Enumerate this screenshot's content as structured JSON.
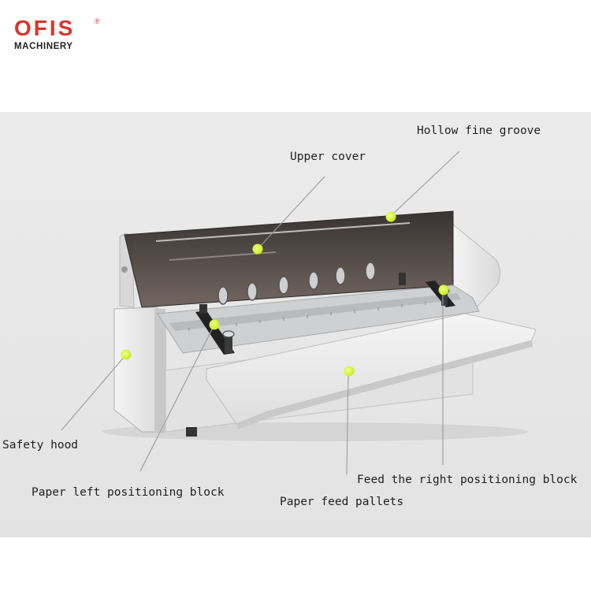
{
  "logo": {
    "brand": "OFIS",
    "registered": "®",
    "sub": "MACHINERY"
  },
  "callouts": {
    "hollow_fine_groove": "Hollow fine groove",
    "upper_cover": "Upper cover",
    "safety_hood": "Safety hood",
    "paper_left_positioning_block": "Paper left positioning block",
    "feed_right_positioning_block": "Feed the right positioning block",
    "paper_feed_pallets": "Paper feed pallets"
  },
  "colors": {
    "brand_red": "#d9362b",
    "marker": "#d6f53a",
    "background": "#e6e6e6"
  }
}
